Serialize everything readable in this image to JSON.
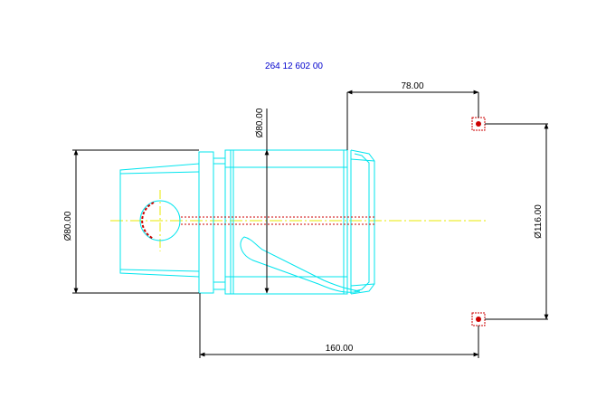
{
  "title": "264 12 602 00",
  "dimensions": {
    "top_width": "78.00",
    "right_diameter": "Ø116.00",
    "left_diameter": "Ø80.00",
    "mid_diameter": "Ø80.00",
    "bottom_length": "160.00"
  },
  "colors": {
    "part": "#00e5ee",
    "dimension": "#000000",
    "title": "#0000cc",
    "centerline": "#e8e800",
    "hidden": "#cc0000",
    "background": "#ffffff"
  }
}
